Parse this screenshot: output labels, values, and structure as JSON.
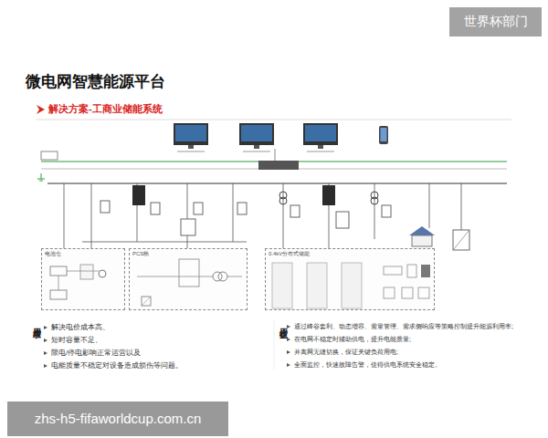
{
  "diagram": {
    "title": "微电网智慧能源平台",
    "nodes": [
      {
        "text": [
          "电池仓"
        ]
      },
      {
        "text": [
          "PCS舱"
        ]
      },
      {
        "text": [
          "0.4kV分布式储能"
        ]
      }
    ],
    "labels": [
      "世界杯部门",
      "解决方案-工商业储能系统",
      "用户需求",
      "解决电价成本高、",
      "短时容量不足、",
      "限电/停电影响正常运营以及",
      "电能质量不稳定对设备造成损伤等问题。",
      "用户收益",
      "通过峰谷套利、动态增容、需量管理、需求侧响应等策略控制提升能源利用率;",
      "在电网不稳定时辅助供电，提升电能质量;",
      "并离网无缝切换，保证关键负荷用电;",
      "全面监控，快速故障告警，使得供电系统安全稳定。",
      "zhs-h5-fifaworldcup.com.cn"
    ]
  }
}
